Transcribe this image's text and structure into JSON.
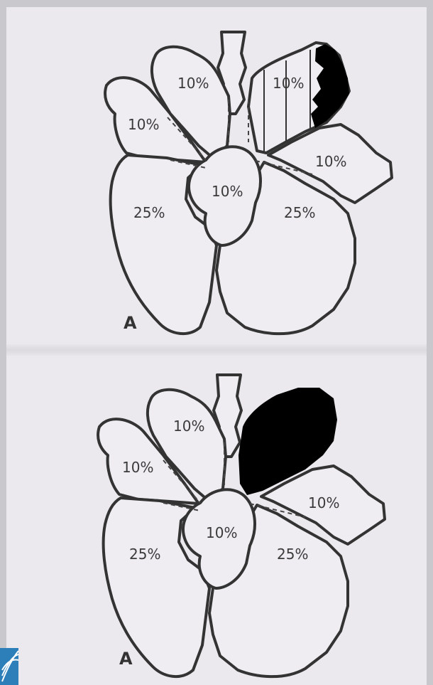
{
  "panels": [
    {
      "label": "A",
      "lobes": {
        "upper_left": "10%",
        "left_mid": "10%",
        "upper_right": "10%",
        "right_mid": "10%",
        "center": "10%",
        "lower_left": "25%",
        "lower_right": "25%"
      }
    },
    {
      "label": "A",
      "lobes": {
        "upper_left": "10%",
        "left_mid": "10%",
        "right_mid": "10%",
        "center": "10%",
        "lower_left": "25%",
        "lower_right": "25%"
      }
    }
  ],
  "colors": {
    "outline": "#333333",
    "lesion": "#000000",
    "lung_fill": "#efedf2",
    "logo": "#2c7fb8"
  }
}
